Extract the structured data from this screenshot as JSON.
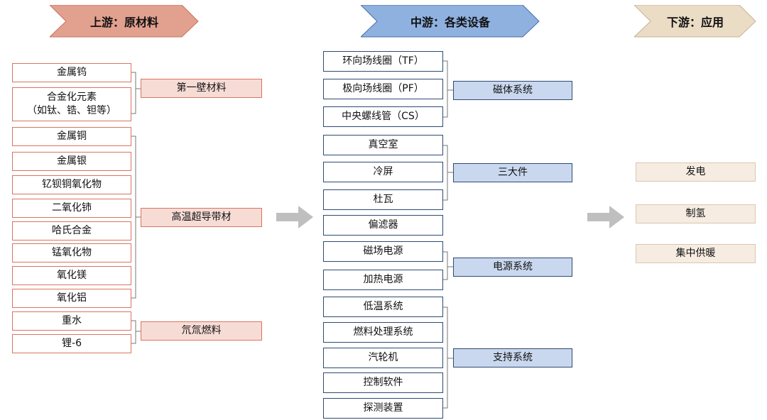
{
  "headers": {
    "upstream": "上游：原材料",
    "midstream": "中游：各类设备",
    "downstream": "下游：应用"
  },
  "colors": {
    "upstream_header": "#e2a08f",
    "midstream_header": "#8fb1e0",
    "downstream_header": "#eadcc5"
  },
  "upstream": {
    "items": [
      "金属钨",
      "合金化元素\n（如钛、锆、钽等）",
      "金属铜",
      "金属银",
      "钇钡铜氧化物",
      "二氧化铈",
      "哈氏合金",
      "锰氧化物",
      "氧化镁",
      "氧化铝",
      "重水",
      "锂-6"
    ],
    "groups": [
      "第一壁材料",
      "高温超导带材",
      "氘氚燃料"
    ]
  },
  "midstream": {
    "items": [
      "环向场线圈（TF）",
      "极向场线圈（PF）",
      "中央螺线管（CS）",
      "真空室",
      "冷屏",
      "杜瓦",
      "偏滤器",
      "磁场电源",
      "加热电源",
      "低温系统",
      "燃料处理系统",
      "汽轮机",
      "控制软件",
      "探测装置"
    ],
    "groups": [
      "磁体系统",
      "三大件",
      "电源系统",
      "支持系统"
    ]
  },
  "downstream": {
    "items": [
      "发电",
      "制氢",
      "集中供暖"
    ]
  }
}
